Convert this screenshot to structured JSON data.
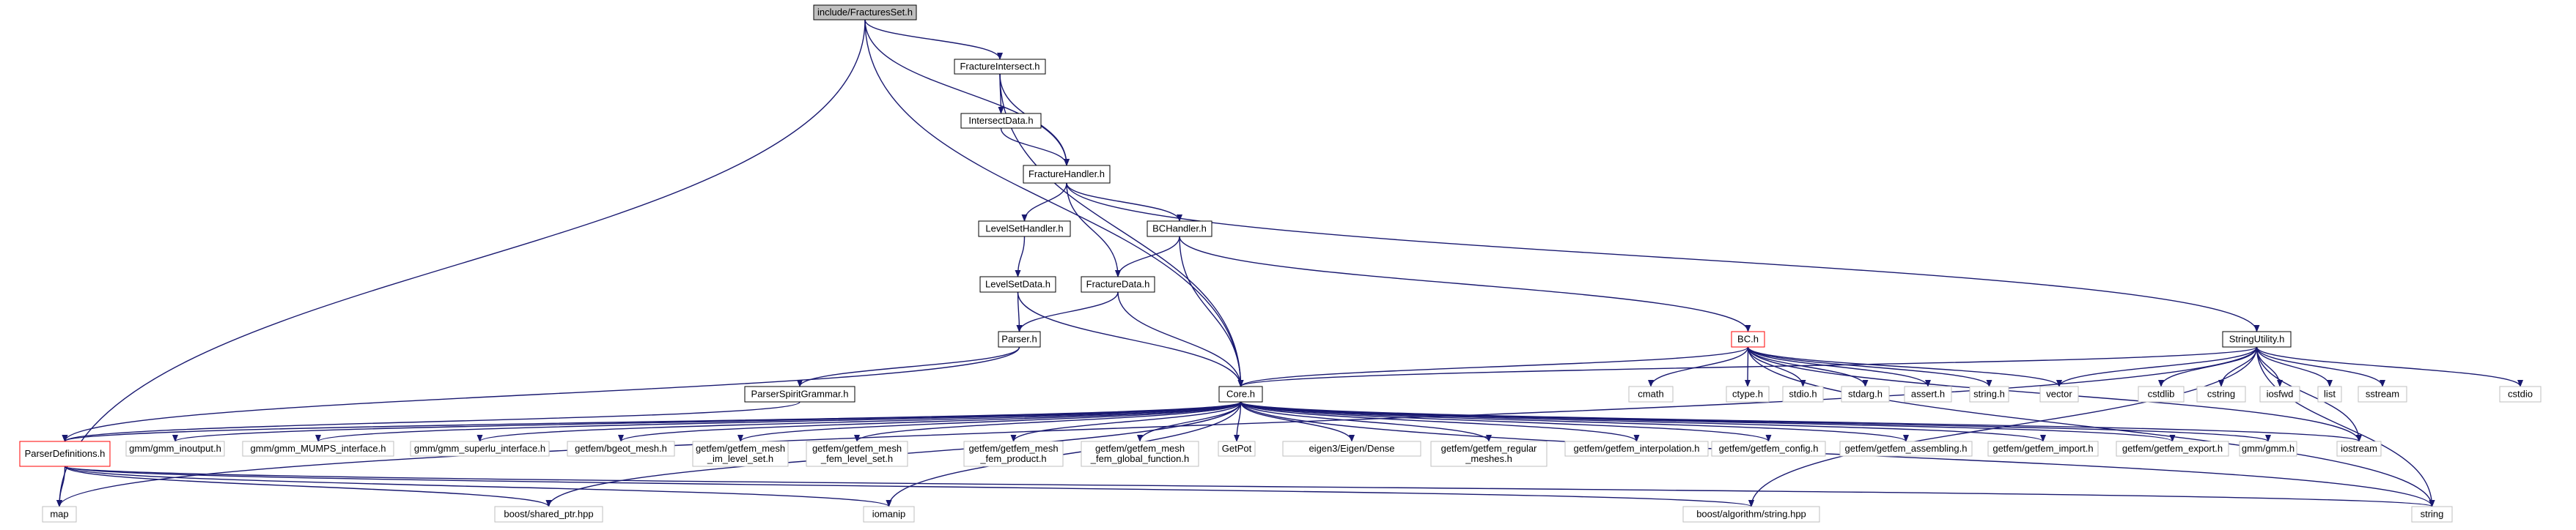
{
  "graph": {
    "nodes": [
      {
        "id": "root",
        "lines": [
          "include/FracturesSet.h"
        ],
        "style": "root"
      },
      {
        "id": "fi",
        "lines": [
          "FractureIntersect.h"
        ],
        "style": "std"
      },
      {
        "id": "idata",
        "lines": [
          "IntersectData.h"
        ],
        "style": "std"
      },
      {
        "id": "fh",
        "lines": [
          "FractureHandler.h"
        ],
        "style": "std"
      },
      {
        "id": "lsh",
        "lines": [
          "LevelSetHandler.h"
        ],
        "style": "std"
      },
      {
        "id": "bch",
        "lines": [
          "BCHandler.h"
        ],
        "style": "std"
      },
      {
        "id": "lsd",
        "lines": [
          "LevelSetData.h"
        ],
        "style": "std"
      },
      {
        "id": "fd",
        "lines": [
          "FractureData.h"
        ],
        "style": "std"
      },
      {
        "id": "parser",
        "lines": [
          "Parser.h"
        ],
        "style": "std"
      },
      {
        "id": "psg",
        "lines": [
          "ParserSpiritGrammar.h"
        ],
        "style": "std"
      },
      {
        "id": "core",
        "lines": [
          "Core.h"
        ],
        "style": "std"
      },
      {
        "id": "bc",
        "lines": [
          "BC.h"
        ],
        "style": "trunc"
      },
      {
        "id": "su",
        "lines": [
          "StringUtility.h"
        ],
        "style": "std"
      },
      {
        "id": "pd",
        "lines": [
          "ParserDefinitions.h"
        ],
        "style": "trunc"
      },
      {
        "id": "gmm_io",
        "lines": [
          "gmm/gmm_inoutput.h"
        ],
        "style": "plain"
      },
      {
        "id": "gmm_mumps",
        "lines": [
          "gmm/gmm_MUMPS_interface.h"
        ],
        "style": "plain"
      },
      {
        "id": "gmm_superlu",
        "lines": [
          "gmm/gmm_superlu_interface.h"
        ],
        "style": "plain"
      },
      {
        "id": "bgeot",
        "lines": [
          "getfem/bgeot_mesh.h"
        ],
        "style": "plain"
      },
      {
        "id": "gf_imls",
        "lines": [
          "getfem/getfem_mesh",
          "_im_level_set.h"
        ],
        "style": "plain"
      },
      {
        "id": "gf_femls",
        "lines": [
          "getfem/getfem_mesh",
          "_fem_level_set.h"
        ],
        "style": "plain"
      },
      {
        "id": "gf_femprod",
        "lines": [
          "getfem/getfem_mesh",
          "_fem_product.h"
        ],
        "style": "plain"
      },
      {
        "id": "gf_femglob",
        "lines": [
          "getfem/getfem_mesh",
          "_fem_global_function.h"
        ],
        "style": "plain"
      },
      {
        "id": "getpot",
        "lines": [
          "GetPot"
        ],
        "style": "plain"
      },
      {
        "id": "eigen",
        "lines": [
          "eigen3/Eigen/Dense"
        ],
        "style": "plain"
      },
      {
        "id": "gf_regular",
        "lines": [
          "getfem/getfem_regular",
          "_meshes.h"
        ],
        "style": "plain"
      },
      {
        "id": "gf_interp",
        "lines": [
          "getfem/getfem_interpolation.h"
        ],
        "style": "plain"
      },
      {
        "id": "gf_config",
        "lines": [
          "getfem/getfem_config.h"
        ],
        "style": "plain"
      },
      {
        "id": "gf_assembling",
        "lines": [
          "getfem/getfem_assembling.h"
        ],
        "style": "plain"
      },
      {
        "id": "gf_import",
        "lines": [
          "getfem/getfem_import.h"
        ],
        "style": "plain"
      },
      {
        "id": "gf_export",
        "lines": [
          "getfem/getfem_export.h"
        ],
        "style": "plain"
      },
      {
        "id": "gmm_h",
        "lines": [
          "gmm/gmm.h"
        ],
        "style": "plain"
      },
      {
        "id": "cmath",
        "lines": [
          "cmath"
        ],
        "style": "plain"
      },
      {
        "id": "ctype",
        "lines": [
          "ctype.h"
        ],
        "style": "plain"
      },
      {
        "id": "stdio",
        "lines": [
          "stdio.h"
        ],
        "style": "plain"
      },
      {
        "id": "stdarg",
        "lines": [
          "stdarg.h"
        ],
        "style": "plain"
      },
      {
        "id": "assert",
        "lines": [
          "assert.h"
        ],
        "style": "plain"
      },
      {
        "id": "string_h",
        "lines": [
          "string.h"
        ],
        "style": "plain"
      },
      {
        "id": "vector",
        "lines": [
          "vector"
        ],
        "style": "plain"
      },
      {
        "id": "cstdlib",
        "lines": [
          "cstdlib"
        ],
        "style": "plain"
      },
      {
        "id": "cstring",
        "lines": [
          "cstring"
        ],
        "style": "plain"
      },
      {
        "id": "iosfwd",
        "lines": [
          "iosfwd"
        ],
        "style": "plain"
      },
      {
        "id": "list",
        "lines": [
          "list"
        ],
        "style": "plain"
      },
      {
        "id": "sstream",
        "lines": [
          "sstream"
        ],
        "style": "plain"
      },
      {
        "id": "cstdio",
        "lines": [
          "cstdio"
        ],
        "style": "plain"
      },
      {
        "id": "iostream",
        "lines": [
          "iostream"
        ],
        "style": "plain"
      },
      {
        "id": "map",
        "lines": [
          "map"
        ],
        "style": "plain"
      },
      {
        "id": "shared_ptr",
        "lines": [
          "boost/shared_ptr.hpp"
        ],
        "style": "plain"
      },
      {
        "id": "iomanip",
        "lines": [
          "iomanip"
        ],
        "style": "plain"
      },
      {
        "id": "algo_string",
        "lines": [
          "boost/algorithm/string.hpp"
        ],
        "style": "plain"
      },
      {
        "id": "string",
        "lines": [
          "string"
        ],
        "style": "plain"
      }
    ],
    "edges": [
      {
        "from": "root",
        "to": "fi"
      },
      {
        "from": "root",
        "to": "fh"
      },
      {
        "from": "root",
        "to": "core"
      },
      {
        "from": "root",
        "to": "map"
      },
      {
        "from": "fi",
        "to": "idata"
      },
      {
        "from": "fi",
        "to": "fh"
      },
      {
        "from": "fi",
        "to": "core"
      },
      {
        "from": "idata",
        "to": "fh"
      },
      {
        "from": "fh",
        "to": "lsh"
      },
      {
        "from": "fh",
        "to": "bch"
      },
      {
        "from": "fh",
        "to": "fd"
      },
      {
        "from": "fh",
        "to": "su"
      },
      {
        "from": "lsh",
        "to": "lsd"
      },
      {
        "from": "bch",
        "to": "fd"
      },
      {
        "from": "bch",
        "to": "core"
      },
      {
        "from": "bch",
        "to": "bc"
      },
      {
        "from": "lsd",
        "to": "parser"
      },
      {
        "from": "lsd",
        "to": "core"
      },
      {
        "from": "fd",
        "to": "parser"
      },
      {
        "from": "fd",
        "to": "core"
      },
      {
        "from": "parser",
        "to": "psg"
      },
      {
        "from": "parser",
        "to": "pd"
      },
      {
        "from": "psg",
        "to": "pd"
      },
      {
        "from": "core",
        "to": "pd"
      },
      {
        "from": "core",
        "to": "gmm_io"
      },
      {
        "from": "core",
        "to": "gmm_mumps"
      },
      {
        "from": "core",
        "to": "gmm_superlu"
      },
      {
        "from": "core",
        "to": "bgeot"
      },
      {
        "from": "core",
        "to": "gf_imls"
      },
      {
        "from": "core",
        "to": "gf_femls"
      },
      {
        "from": "core",
        "to": "gf_femprod"
      },
      {
        "from": "core",
        "to": "gf_femglob"
      },
      {
        "from": "core",
        "to": "getpot"
      },
      {
        "from": "core",
        "to": "eigen"
      },
      {
        "from": "core",
        "to": "gf_regular"
      },
      {
        "from": "core",
        "to": "gf_interp"
      },
      {
        "from": "core",
        "to": "gf_config"
      },
      {
        "from": "core",
        "to": "gf_assembling"
      },
      {
        "from": "core",
        "to": "gf_import"
      },
      {
        "from": "core",
        "to": "gf_export"
      },
      {
        "from": "core",
        "to": "gmm_h"
      },
      {
        "from": "core",
        "to": "iostream"
      },
      {
        "from": "core",
        "to": "shared_ptr"
      },
      {
        "from": "core",
        "to": "iomanip"
      },
      {
        "from": "core",
        "to": "string"
      },
      {
        "from": "bc",
        "to": "core"
      },
      {
        "from": "bc",
        "to": "cmath"
      },
      {
        "from": "bc",
        "to": "ctype"
      },
      {
        "from": "bc",
        "to": "stdio"
      },
      {
        "from": "bc",
        "to": "stdarg"
      },
      {
        "from": "bc",
        "to": "assert"
      },
      {
        "from": "bc",
        "to": "string_h"
      },
      {
        "from": "bc",
        "to": "vector"
      },
      {
        "from": "bc",
        "to": "iostream"
      },
      {
        "from": "bc",
        "to": "string"
      },
      {
        "from": "su",
        "to": "core"
      },
      {
        "from": "su",
        "to": "vector"
      },
      {
        "from": "su",
        "to": "cstdlib"
      },
      {
        "from": "su",
        "to": "cstring"
      },
      {
        "from": "su",
        "to": "iosfwd"
      },
      {
        "from": "su",
        "to": "list"
      },
      {
        "from": "su",
        "to": "sstream"
      },
      {
        "from": "su",
        "to": "cstdio"
      },
      {
        "from": "su",
        "to": "iostream"
      },
      {
        "from": "su",
        "to": "string"
      },
      {
        "from": "su",
        "to": "map"
      },
      {
        "from": "su",
        "to": "algo_string"
      },
      {
        "from": "pd",
        "to": "map"
      },
      {
        "from": "pd",
        "to": "shared_ptr"
      },
      {
        "from": "pd",
        "to": "iomanip"
      },
      {
        "from": "pd",
        "to": "algo_string"
      },
      {
        "from": "pd",
        "to": "string"
      }
    ]
  }
}
